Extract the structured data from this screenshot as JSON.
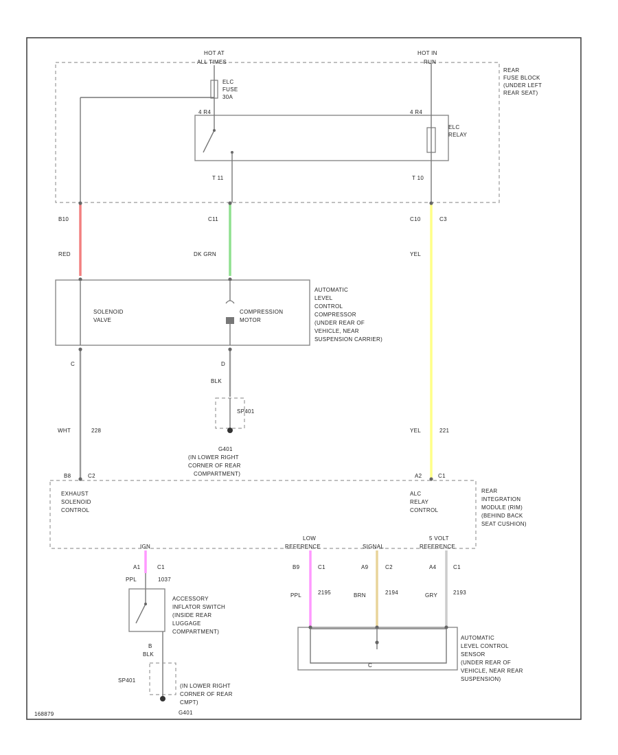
{
  "labels": {
    "hot_at_top": "HOT AT",
    "hot_at_sub": "ALL TIMES",
    "hot_in_top": "HOT IN",
    "hot_in_sub": "RUN",
    "fuse_1": "ELC",
    "fuse_2": "FUSE",
    "fuse_3": "30A",
    "fuse_block_1": "REAR",
    "fuse_block_2": "FUSE BLOCK",
    "fuse_block_3": "(UNDER LEFT",
    "fuse_block_4": "REAR SEAT)",
    "relay_1": "ELC",
    "relay_2": "RELAY",
    "pin_relay_left": "4 R4",
    "pin_relay_right": "4 R4",
    "pin_t11": "T 11",
    "pin_t10": "T 10",
    "pin_b10": "B10",
    "pin_c11": "C11",
    "pin_c10": "C10",
    "pin_c3": "C3",
    "wire_red": "RED",
    "wire_dkgrn": "DK GRN",
    "wire_yel_1": "YEL",
    "comp_1": "AUTOMATIC",
    "comp_2": "LEVEL",
    "comp_3": "CONTROL",
    "comp_4": "COMPRESSOR",
    "comp_5": "(UNDER REAR OF",
    "comp_6": "VEHICLE, NEAR",
    "comp_7": "SUSPENSION CARRIER)",
    "solenoid_1": "SOLENOID",
    "solenoid_2": "VALVE",
    "motor_1": "COMPRESSION",
    "motor_2": "MOTOR",
    "pin_c_left": "C",
    "pin_d": "D",
    "wire_blk_1": "BLK",
    "splice_1": "SP401",
    "ground_1": "G401",
    "ground_loc_1": "(IN LOWER RIGHT",
    "ground_loc_2": "CORNER OF REAR",
    "ground_loc_3": "COMPARTMENT)",
    "wire_wht": "WHT",
    "circuit_228": "228",
    "wire_yel_2": "YEL",
    "circuit_221": "221",
    "pin_b8": "B8",
    "pin_c2": "C2",
    "pin_a2": "A2",
    "pin_c1_top": "C1",
    "module_1": "REAR",
    "module_2": "INTEGRATION",
    "module_3": "MODULE (RIM)",
    "module_4": "(BEHIND BACK",
    "module_5": "SEAT CUSHION)",
    "exhaust_1": "EXHAUST",
    "exhaust_2": "SOLENOID",
    "exhaust_3": "CONTROL",
    "alc_1": "ALC",
    "alc_2": "RELAY",
    "alc_3": "CONTROL",
    "sig_ign": "IGN",
    "sig_low_1": "LOW",
    "sig_low_2": "REFERENCE",
    "sig_signal": "SIGNAL",
    "sig_5v_1": "5 VOLT",
    "sig_5v_2": "REFERENCE",
    "pin_a1": "A1",
    "pin_c1_a": "C1",
    "wire_ppl_1": "PPL",
    "circuit_1037": "1037",
    "switch_1": "ACCESSORY",
    "switch_2": "INFLATOR SWITCH",
    "switch_3": "(INSIDE REAR",
    "switch_4": "LUGGAGE",
    "switch_5": "COMPARTMENT)",
    "pin_b": "B",
    "wire_blk_2": "BLK",
    "splice_2": "SP401",
    "ground_2": "G401",
    "ground2_loc_1": "(IN LOWER RIGHT",
    "ground2_loc_2": "CORNER OF REAR",
    "ground2_loc_3": "CMPT)",
    "pin_b9": "B9",
    "pin_c1_b": "C1",
    "wire_ppl_2": "PPL",
    "circuit_2195": "2195",
    "pin_a9": "A9",
    "pin_c2_b": "C2",
    "wire_brn": "BRN",
    "circuit_2194": "2194",
    "pin_a4": "A4",
    "pin_c1_c": "C1",
    "wire_gry": "GRY",
    "circuit_2193": "2193",
    "pin_sensor": "C",
    "sensor_1": "AUTOMATIC",
    "sensor_2": "LEVEL CONTROL",
    "sensor_3": "SENSOR",
    "sensor_4": "(UNDER REAR OF",
    "sensor_5": "VEHICLE, NEAR REAR",
    "sensor_6": "SUSPENSION)",
    "figure_id": "168879"
  },
  "colors": {
    "wire_red": "#f28080",
    "wire_dkgrn": "#8fe08f",
    "wire_yel": "#ffff88",
    "wire_ppl": "#ff99ff",
    "wire_brn": "#e8d49a",
    "wire_gry": "#cccccc",
    "wire_wht": "#cccccc"
  }
}
